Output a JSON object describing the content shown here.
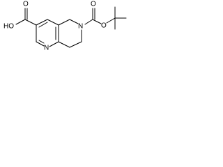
{
  "structure": {
    "atoms": {
      "ring_nitrogen": "N",
      "piperidine_nitrogen": "N",
      "hydroxyl": "HO",
      "carbonyl_oxygen_acid": "O",
      "ester_oxygen": "O",
      "carbonyl_oxygen_boc": "O"
    }
  }
}
